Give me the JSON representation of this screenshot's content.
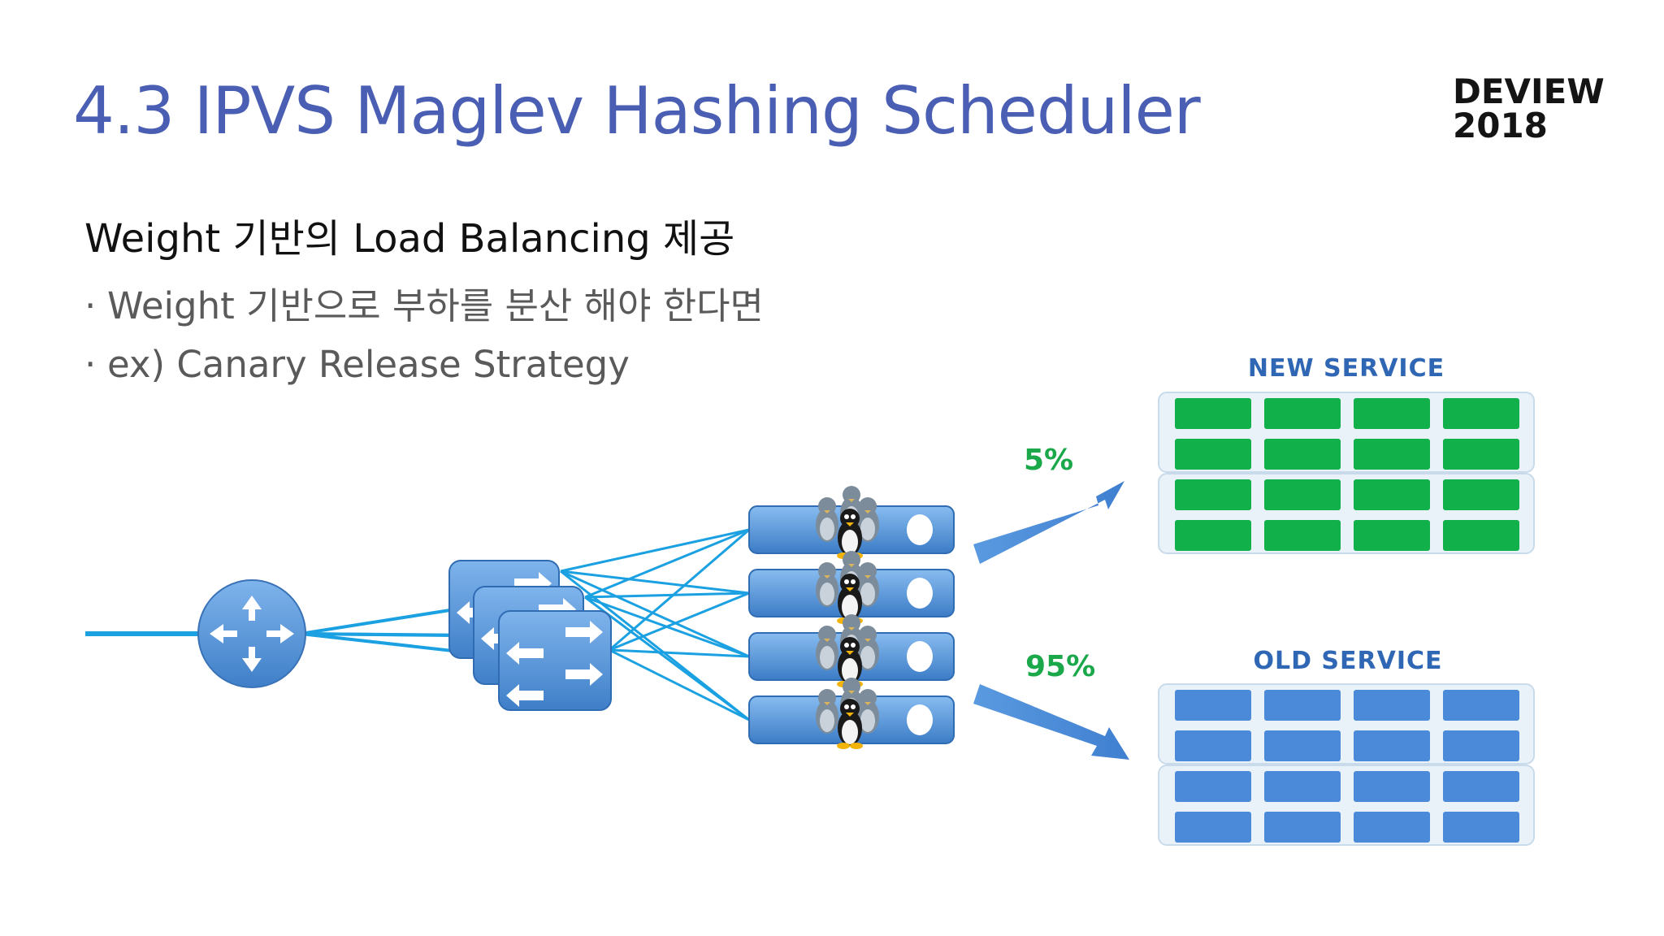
{
  "slide": {
    "title": "4.3 IPVS Maglev Hashing Scheduler",
    "logo_line1": "DEVIEW",
    "logo_line2": "2018",
    "section_heading": "Weight 기반의 Load Balancing 제공",
    "bullets": [
      "Weight 기반으로 부하를 분산 해야 한다면",
      "ex) Canary Release Strategy"
    ]
  },
  "diagram": {
    "new_service_label": "NEW SERVICE",
    "old_service_label": "OLD SERVICE",
    "new_service_percent": "5%",
    "old_service_percent": "95%",
    "colors": {
      "title_blue": "#4a5fb4",
      "device_blue": "#4f8fd6",
      "link_cyan": "#1ba1e2",
      "new_service_green": "#12b04a",
      "old_service_blue": "#4a8ad8",
      "percent_green": "#1aa84a"
    },
    "icons": [
      "router-icon",
      "switch-icon",
      "server-icon",
      "linux-penguin-icon",
      "arrow-icon"
    ]
  }
}
